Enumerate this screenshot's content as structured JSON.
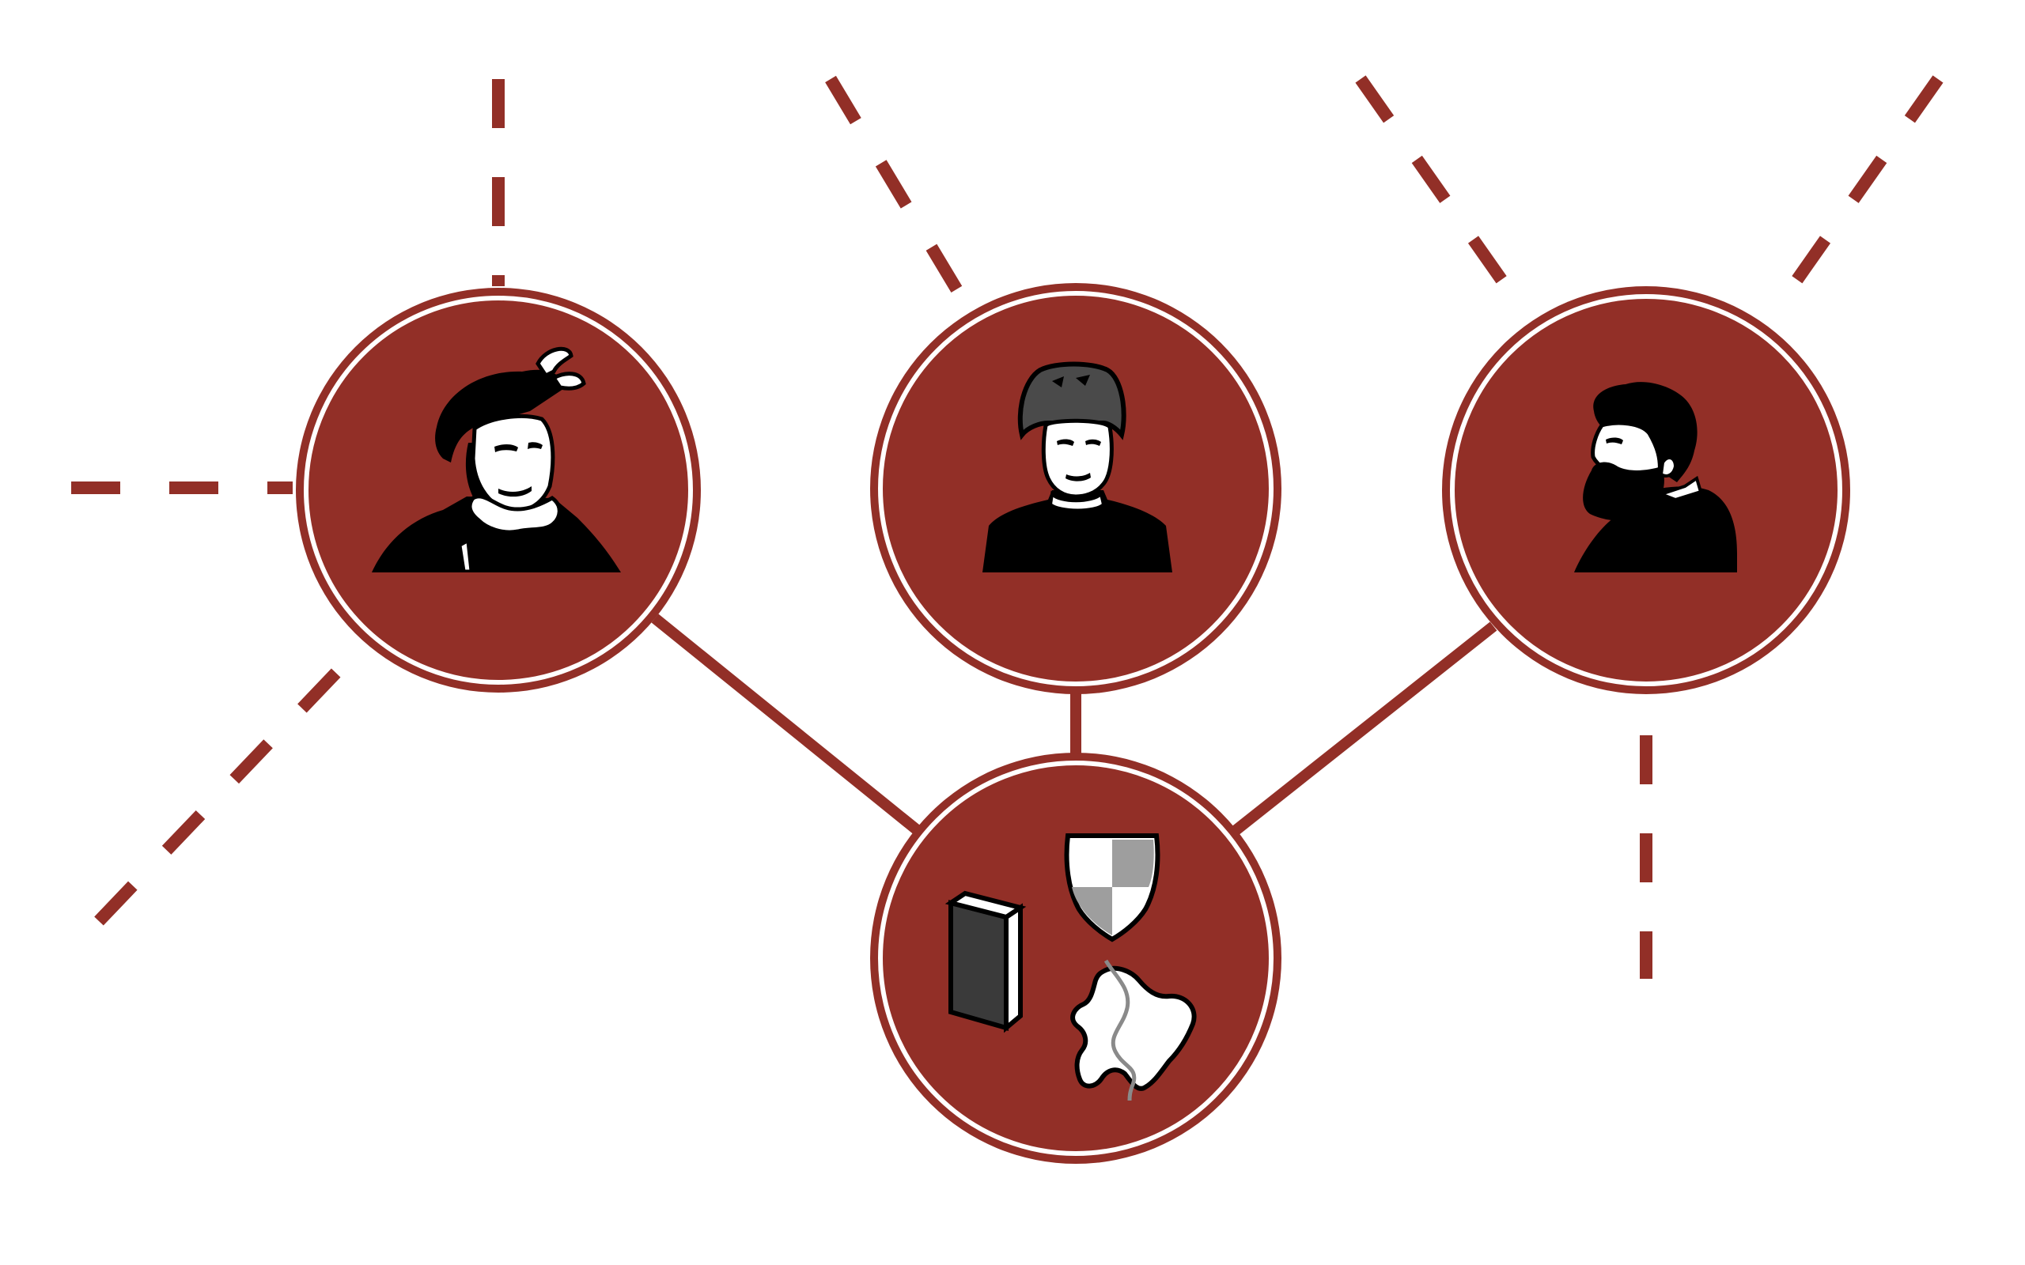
{
  "colors": {
    "accent": "#922f27",
    "ring": "#ffffff",
    "background": "#ffffff",
    "ink": "#000000",
    "book_cover": "#3a3a3a",
    "shield_gray": "#9e9e9e",
    "hat_gray": "#4a4a4a",
    "map_line": "#8a8a8a"
  },
  "nodes": [
    {
      "id": "portrait-ruff",
      "icon": "portrait-ruff-collar-icon"
    },
    {
      "id": "portrait-capped",
      "icon": "portrait-fur-cap-icon"
    },
    {
      "id": "portrait-bearded",
      "icon": "portrait-bearded-man-icon"
    },
    {
      "id": "objects",
      "icons": [
        "book-icon",
        "coat-of-arms-shield-icon",
        "map-icon"
      ]
    }
  ],
  "links": [
    {
      "from": "portrait-ruff",
      "to": "objects",
      "style": "solid"
    },
    {
      "from": "portrait-capped",
      "to": "objects",
      "style": "solid"
    },
    {
      "from": "portrait-bearded",
      "to": "objects",
      "style": "solid"
    }
  ],
  "open_links": [
    {
      "from": "portrait-ruff",
      "style": "dashed",
      "direction": "up"
    },
    {
      "from": "portrait-ruff",
      "style": "dashed",
      "direction": "left"
    },
    {
      "from": "portrait-ruff",
      "style": "dashed",
      "direction": "down-left"
    },
    {
      "from": "portrait-capped",
      "style": "dashed",
      "direction": "up-left"
    },
    {
      "from": "portrait-bearded",
      "style": "dashed",
      "direction": "up-left"
    },
    {
      "from": "portrait-bearded",
      "style": "dashed",
      "direction": "up-right"
    },
    {
      "from": "portrait-bearded",
      "style": "dashed",
      "direction": "down"
    }
  ]
}
